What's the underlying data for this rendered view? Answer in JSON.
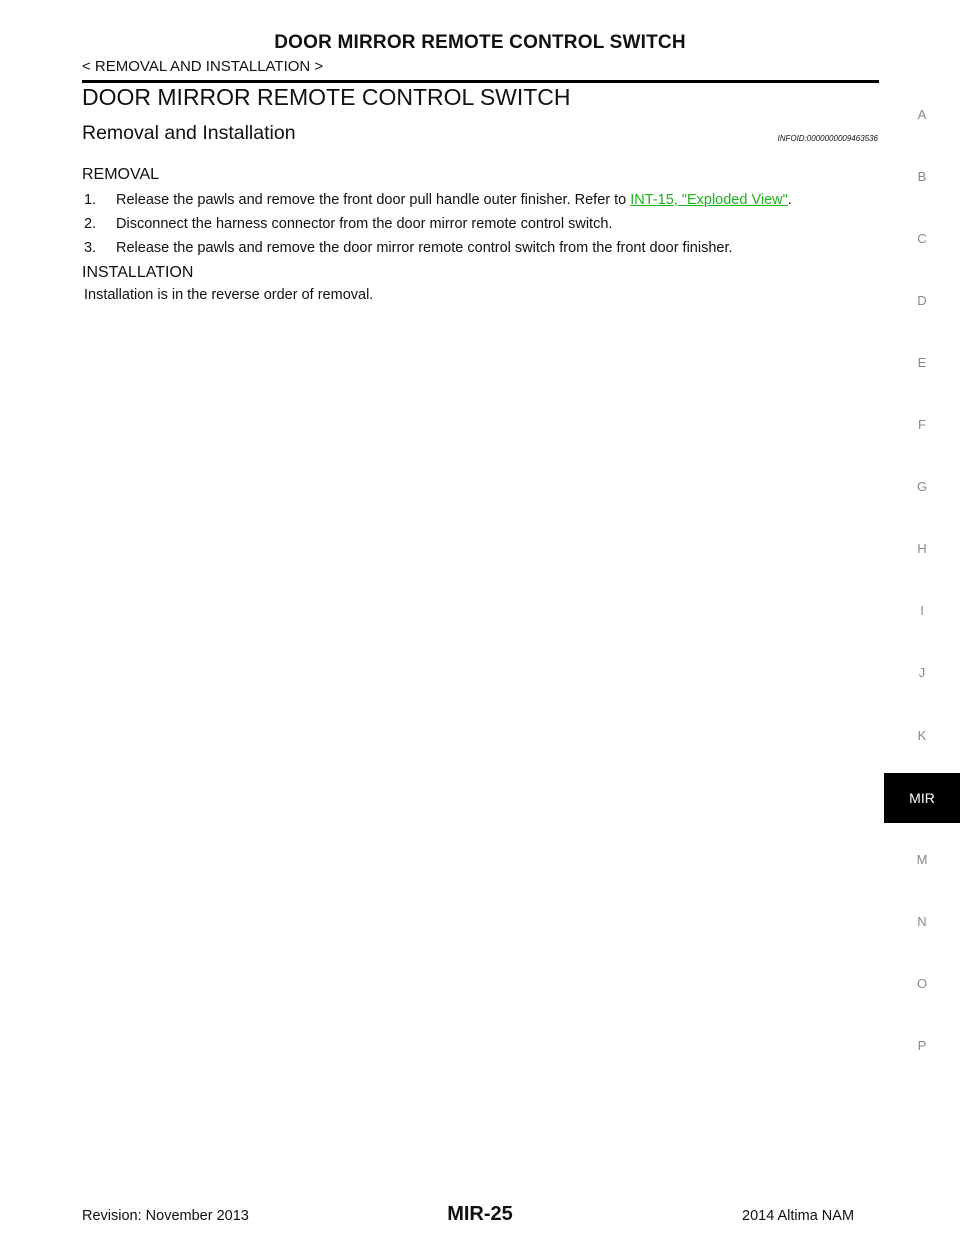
{
  "header": {
    "title": "DOOR MIRROR REMOTE CONTROL SWITCH",
    "subtitle": "< REMOVAL AND INSTALLATION >"
  },
  "section": {
    "title": "DOOR MIRROR REMOTE CONTROL SWITCH",
    "subtitle": "Removal and Installation",
    "info_id": "INFOID:0000000009463536"
  },
  "removal": {
    "heading": "REMOVAL",
    "steps": [
      {
        "num": "1.",
        "text": "Release the pawls and remove the front door pull handle outer finisher. Refer to ",
        "link": "INT-15, \"Exploded View\"",
        "after": "."
      },
      {
        "num": "2.",
        "text": "Disconnect the harness connector from the door mirror remote control switch."
      },
      {
        "num": "3.",
        "text": "Release the pawls and remove the door mirror remote control switch from the front door finisher."
      }
    ]
  },
  "installation": {
    "heading": "INSTALLATION",
    "text": "Installation is in the reverse order of removal."
  },
  "tabs": [
    "A",
    "B",
    "C",
    "D",
    "E",
    "F",
    "G",
    "H",
    "I",
    "J",
    "K",
    "MIR",
    "M",
    "N",
    "O",
    "P"
  ],
  "active_tab": "MIR",
  "footer": {
    "revision": "Revision: November 2013",
    "page": "MIR-25",
    "model": "2014 Altima NAM"
  },
  "colors": {
    "link": "#1bb31b",
    "active_tab_bg": "#000000",
    "tab_text": "#888888"
  }
}
